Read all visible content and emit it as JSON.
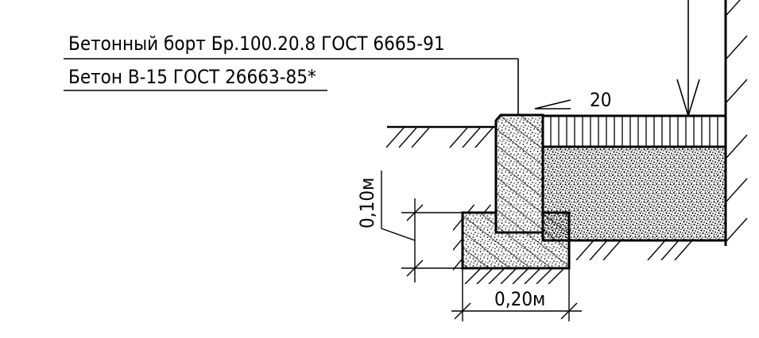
{
  "labels": {
    "curb": "Бетонный борт Бр.100.20.8 ГОСТ 6665-91",
    "concrete": "Бетон В-15 ГОСТ 26663-85*",
    "slope": "20",
    "dim_height": "0,10м",
    "dim_width": "0,20м"
  },
  "colors": {
    "line": "#000000",
    "background": "#ffffff"
  }
}
